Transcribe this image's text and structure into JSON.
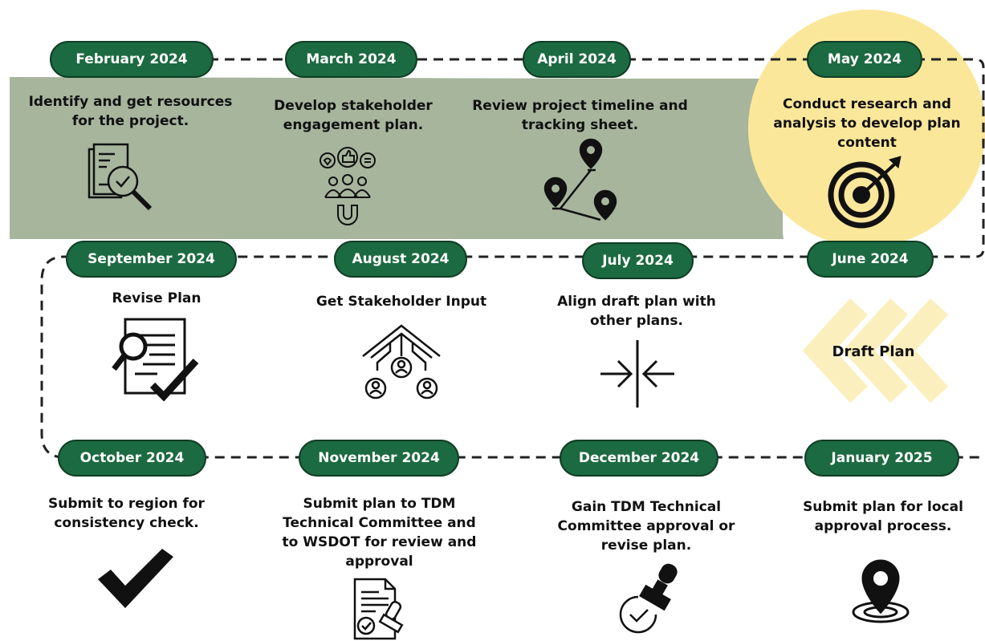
{
  "milestones": [
    {
      "date": "February 2024",
      "text": "Identify and get resources for the project.",
      "icon": "document-magnifier-icon"
    },
    {
      "date": "March 2024",
      "text": "Develop stakeholder engagement plan.",
      "icon": "stakeholder-magnet-icon"
    },
    {
      "date": "April 2024",
      "text": "Review project timeline and tracking sheet.",
      "icon": "map-route-pins-icon"
    },
    {
      "date": "May 2024",
      "text": "Conduct research and analysis to develop plan content",
      "icon": "target-arrow-icon"
    },
    {
      "date": "June 2024",
      "text": "Draft Plan",
      "icon": "chevrons-left-icon"
    },
    {
      "date": "July 2024",
      "text": "Align draft plan with other plans.",
      "icon": "converging-arrows-icon"
    },
    {
      "date": "August 2024",
      "text": "Get Stakeholder Input",
      "icon": "stakeholder-network-icon"
    },
    {
      "date": "September 2024",
      "text": "Revise Plan",
      "icon": "document-review-check-icon"
    },
    {
      "date": "October 2024",
      "text": "Submit to region for consistency check.",
      "icon": "checkmark-icon"
    },
    {
      "date": "November 2024",
      "text": "Submit plan to TDM Technical Committee and to WSDOT for review and approval",
      "icon": "document-stamp-icon"
    },
    {
      "date": "December 2024",
      "text": "Gain TDM Technical Committee approval or revise plan.",
      "icon": "approval-stamp-icon"
    },
    {
      "date": "January 2025",
      "text": "Submit plan for local approval process.",
      "icon": "location-pin-icon"
    }
  ],
  "colors": {
    "pill": "#1c6a41",
    "sage": "#a4b29a",
    "highlight": "#fbe89a",
    "chevron": "#fbf0bf",
    "line": "#222222"
  }
}
